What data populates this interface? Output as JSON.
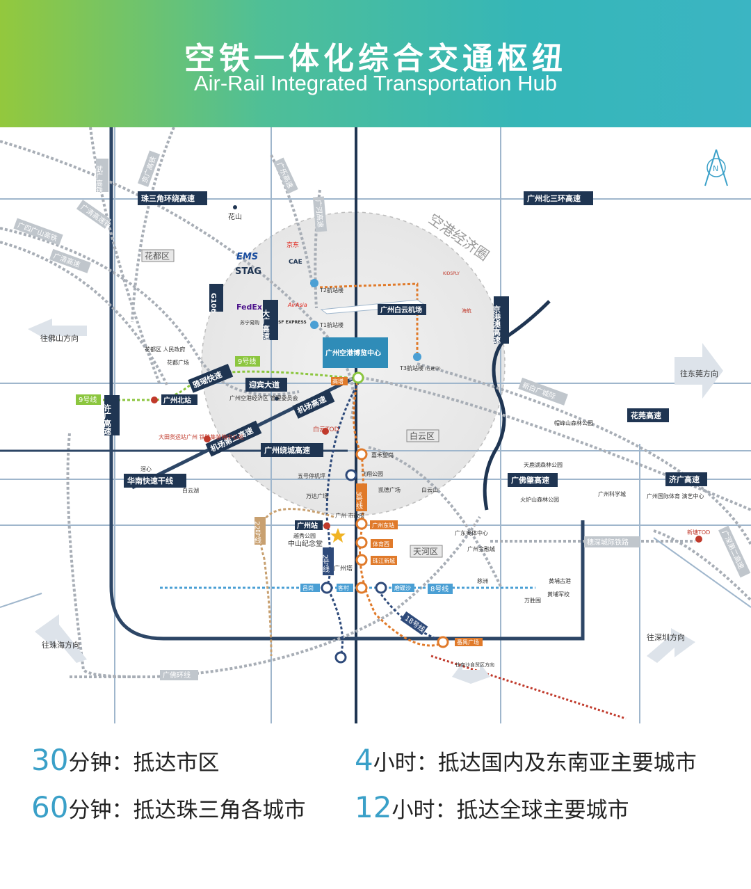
{
  "header": {
    "title_cn": "空铁一体化综合交通枢纽",
    "title_en": "Air-Rail Integrated Transportation Hub"
  },
  "map": {
    "compass": "N",
    "region_label": "空港经济圈",
    "districts": [
      "花都区",
      "白云区",
      "天河区"
    ],
    "roads": {
      "zsj_ring": "珠三角环绕高速",
      "north_ring3": "广州北三环高速",
      "g106": "G106",
      "daguang": "大广高速",
      "guangqing_n": "广清高速",
      "wuguang": "武广高铁",
      "jingguang": "京广高铁",
      "guanghe": "广河高速",
      "guanghui": "广乐高速",
      "guangshan": "广四广山高铁",
      "guangqing2": "广清高速铁",
      "jinggangao": "京港澳高速",
      "yabo": "雅瑶快速",
      "yingbin": "迎宾大道",
      "jichang": "机场高速",
      "jichang2": "机场第二高速",
      "xuguang": "许广高速",
      "raocheng": "广州绕城高速",
      "huanan": "华南快速干线",
      "guangfozhao": "广佛肇高速",
      "huaguan": "花莞高速",
      "jiguang": "济广高速",
      "xinbai": "新白广城际",
      "suishen": "穗深城际铁路",
      "guangfo_ring": "广佛环线",
      "guangshen2": "广深第二高速"
    },
    "directions": {
      "foshan": "往佛山方向",
      "dongguan": "往东莞方向",
      "zhuhai": "往珠海方向",
      "shenzhen": "往深圳方向",
      "nansha": "往南沙自贸区方向"
    },
    "airport": {
      "name": "广州白云机场",
      "hub": "广州空港博览中心",
      "t1": "T1航站楼",
      "t2": "T2航站楼",
      "t3": "T3航站楼",
      "t3_note": "(在建中)"
    },
    "brands": [
      "EMS",
      "STAG",
      "FedEx",
      "京东",
      "CAE",
      "AirAsia",
      "SF EXPRESS",
      "苏宁易购",
      "KIDSPLY",
      "海航"
    ],
    "lines": {
      "line9": "9号线",
      "line3": "3号线",
      "line2": "2号线",
      "line22": "22号线",
      "line8": "8号线",
      "line18": "18号线"
    },
    "colors": {
      "line3": "#e07a2a",
      "line9": "#8cc63f",
      "line2": "#2e4a7a",
      "line8": "#4a9fd4",
      "line22": "#c8a070",
      "rail": "#a8aeb6",
      "expressway": "#1f3552"
    },
    "places": {
      "huashan": "花山",
      "huadu_gov": "花都区\n人民政府",
      "huadu_square": "花都广场",
      "gz_north": "广州北站",
      "datian": "大田货运站广州\n铁路集装箱中心站",
      "airport_econ": "广州空港经济区\n管理委员会",
      "gaozeng": "高增",
      "baiyun_tod": "白云TOD",
      "jiahewangang": "嘉禾望岗",
      "wuhao": "五号停机坪",
      "feixiang": "飞翔公园",
      "wanda": "万达广场",
      "kaide": "凯德广场",
      "baiyunshan": "白云山",
      "baiyunhu": "白云湖",
      "xianqi": "滘心",
      "gz_station": "广州站",
      "city_gov": "广州\n市政府",
      "yuexiu": "越秀公园",
      "zhongshan": "中山纪念堂",
      "gz_tower": "广州塔",
      "east_station": "广州东站",
      "tiyuxi": "体育西",
      "zhujiang": "珠江新城",
      "olympic": "广东奥体中心",
      "finance": "广州金融城",
      "changgang": "昌岗",
      "kecun": "客村",
      "modie": "磨碟沙",
      "cizhou": "慈洲",
      "wansheng": "万胜围",
      "huangpu_port": "黄埔古港",
      "huangpu_army": "黄埔军校",
      "panyu": "番禺广场",
      "maofeng": "帽峰山森林公园",
      "tianlu": "天鹿湖森林公园",
      "huolu": "火炉山森林公园",
      "science": "广州科学城",
      "sports": "广州国际体育\n演艺中心",
      "xintang": "新塘TOD"
    }
  },
  "stats": [
    {
      "num": "30",
      "text": "分钟：抵达市区"
    },
    {
      "num": "4",
      "text": "小时：抵达国内及东南亚主要城市"
    },
    {
      "num": "60",
      "text": "分钟：抵达珠三角各城市"
    },
    {
      "num": "12",
      "text": "小时：抵达全球主要城市"
    }
  ]
}
